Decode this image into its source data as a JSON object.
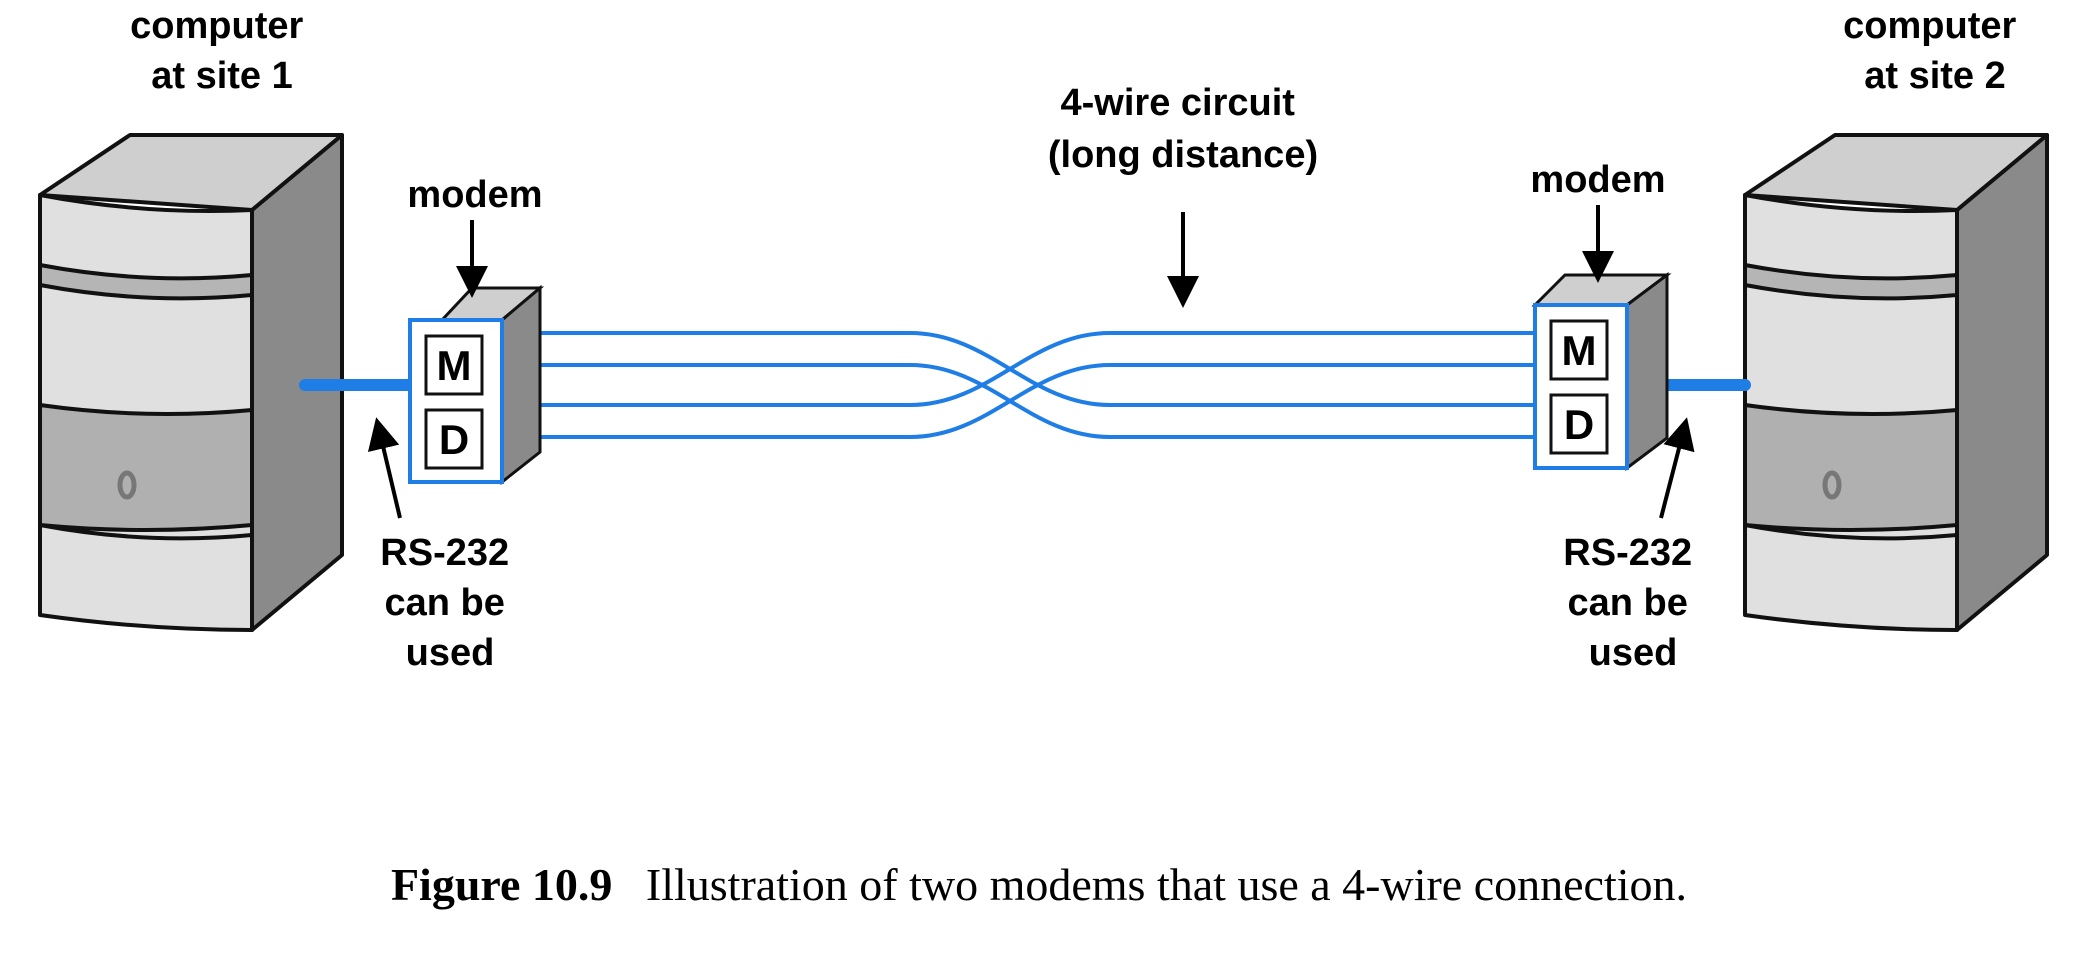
{
  "computers": {
    "left": {
      "line1": "computer",
      "line2": "at site 1"
    },
    "right": {
      "line1": "computer",
      "line2": "at site 2"
    }
  },
  "modems": {
    "left": {
      "label": "modem",
      "m_box": "M",
      "d_box": "D"
    },
    "right": {
      "label": "modem",
      "m_box": "M",
      "d_box": "D"
    }
  },
  "circuit": {
    "line1": "4-wire circuit",
    "line2": "(long distance)"
  },
  "rs232": {
    "left": {
      "line1": "RS-232",
      "line2": "can be",
      "line3": "used"
    },
    "right": {
      "line1": "RS-232",
      "line2": "can be",
      "line3": "used"
    }
  },
  "caption": {
    "figure": "Figure 10.9",
    "text": "Illustration of two modems that use a 4-wire connection."
  },
  "colors": {
    "wire": "#1f7de6",
    "cable": "#1f7de6",
    "tower_front": "#dcdcdc",
    "tower_side": "#8a8a8a",
    "tower_top": "#c8c8c8"
  }
}
